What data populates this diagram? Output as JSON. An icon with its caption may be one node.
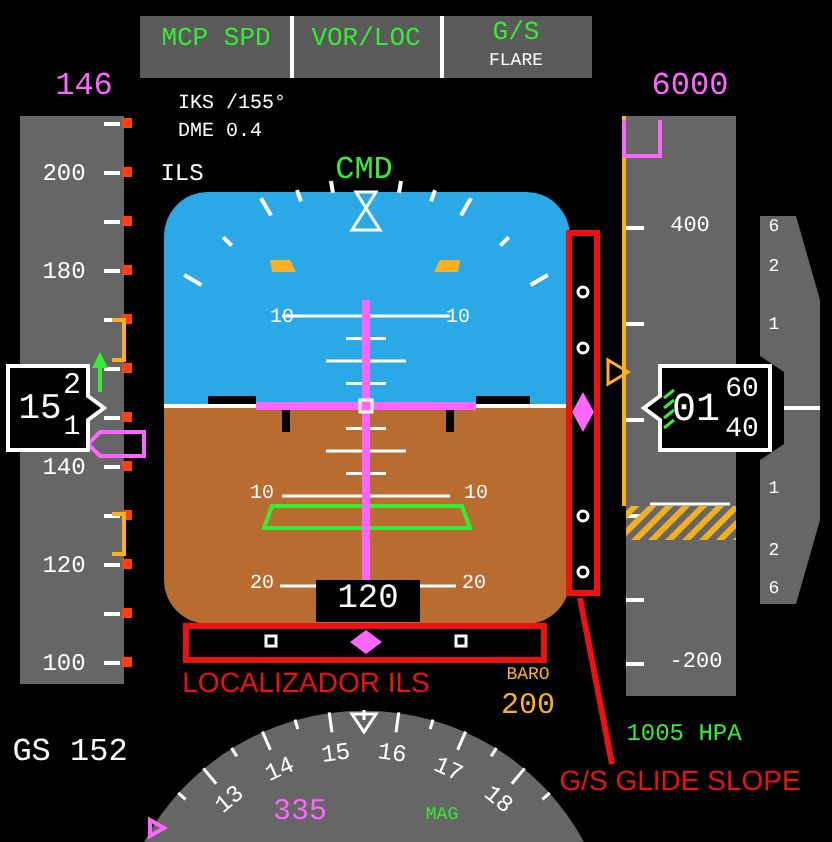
{
  "diagram": {
    "nodes": [
      {
        "text": [
          "G/S GLIDE SLOPE"
        ]
      },
      {
        "text": [],
        "shape": "box"
      }
    ],
    "edges": [
      {
        "from": 0,
        "to": 1,
        "arrow": "none"
      }
    ],
    "labels": [
      "MCP SPD",
      "VOR/LOC",
      "G/S",
      "FLARE",
      "146",
      "6000",
      "IKS /155°",
      "DME 0.4",
      "200",
      "ILS",
      "CMD",
      "400",
      "6",
      "2",
      "1",
      "180",
      "10",
      "10",
      "15",
      "2",
      "1",
      "01",
      "60",
      "40",
      "140",
      "1",
      "2",
      "6",
      "10",
      "10",
      "120",
      "20",
      "20",
      "120",
      "100",
      "-200",
      "LOCALIZADOR ILS",
      "BARO",
      "200",
      "GS 152",
      "1005 HPA",
      "13",
      "14",
      "15",
      "16",
      "17",
      "18",
      "335",
      "MAG"
    ]
  }
}
